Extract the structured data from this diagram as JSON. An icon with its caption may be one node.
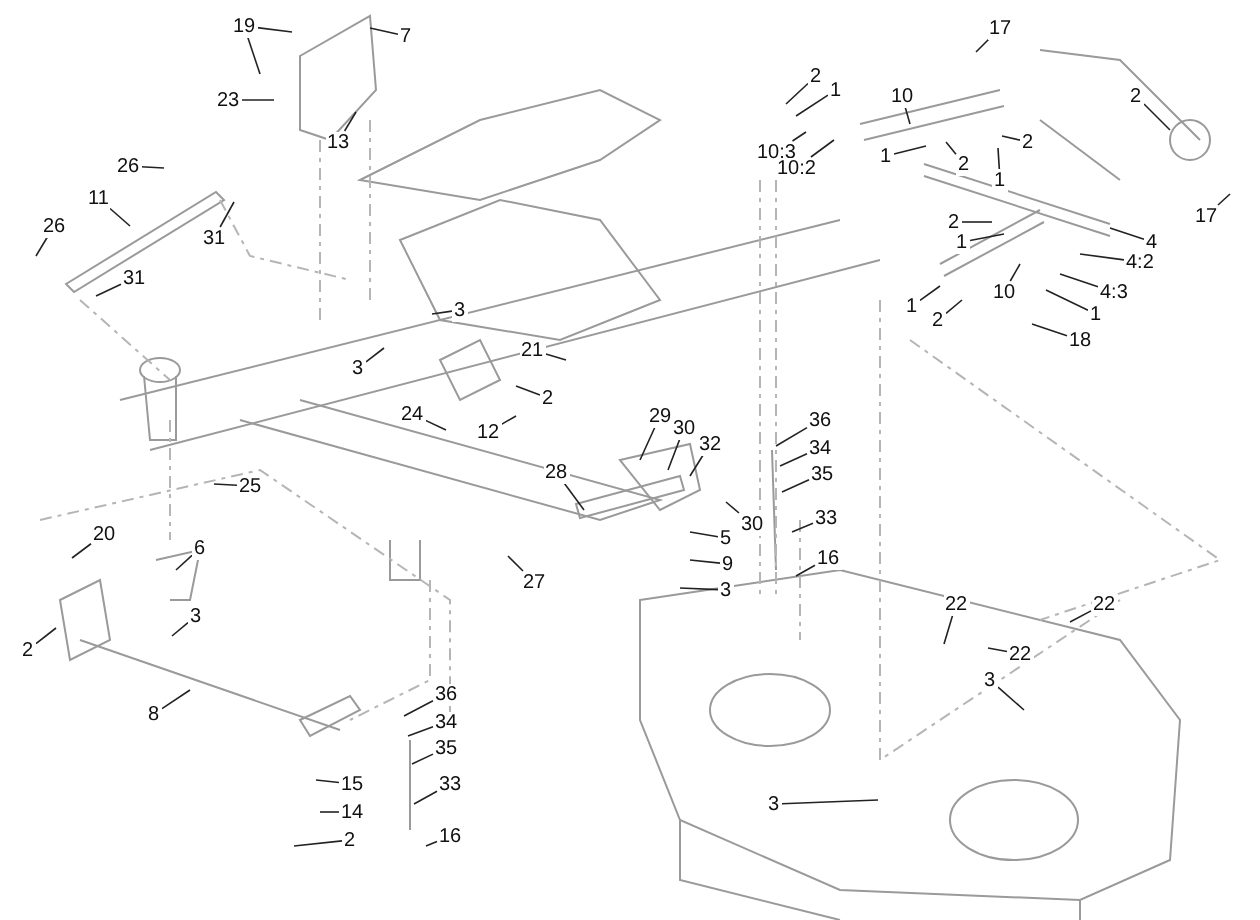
{
  "diagram": {
    "nodes": [
      {
        "text": [
          "19"
        ]
      },
      {
        "text": [
          "7"
        ]
      },
      {
        "text": [
          "23"
        ]
      },
      {
        "text": [
          "13"
        ]
      },
      {
        "text": [
          "26"
        ]
      },
      {
        "text": [
          "11"
        ]
      },
      {
        "text": [
          "26"
        ]
      },
      {
        "text": [
          "31"
        ]
      },
      {
        "text": [
          "31"
        ]
      },
      {
        "text": [
          "3"
        ]
      },
      {
        "text": [
          "3"
        ]
      },
      {
        "text": [
          "21"
        ]
      },
      {
        "text": [
          "2"
        ]
      },
      {
        "text": [
          "24"
        ]
      },
      {
        "text": [
          "12"
        ]
      },
      {
        "text": [
          "25"
        ]
      },
      {
        "text": [
          "28"
        ]
      },
      {
        "text": [
          "27"
        ]
      },
      {
        "text": [
          "20"
        ]
      },
      {
        "text": [
          "6"
        ]
      },
      {
        "text": [
          "3"
        ]
      },
      {
        "text": [
          "2"
        ]
      },
      {
        "text": [
          "8"
        ]
      },
      {
        "text": [
          "36"
        ]
      },
      {
        "text": [
          "34"
        ]
      },
      {
        "text": [
          "35"
        ]
      },
      {
        "text": [
          "15"
        ]
      },
      {
        "text": [
          "33"
        ]
      },
      {
        "text": [
          "14"
        ]
      },
      {
        "text": [
          "2"
        ]
      },
      {
        "text": [
          "16"
        ]
      },
      {
        "text": [
          "2"
        ]
      },
      {
        "text": [
          "1"
        ]
      },
      {
        "text": [
          "10"
        ]
      },
      {
        "text": [
          "10:3"
        ]
      },
      {
        "text": [
          "10:2"
        ]
      },
      {
        "text": [
          "17"
        ]
      },
      {
        "text": [
          "2"
        ]
      },
      {
        "text": [
          "2"
        ]
      },
      {
        "text": [
          "1"
        ]
      },
      {
        "text": [
          "2"
        ]
      },
      {
        "text": [
          "1"
        ]
      },
      {
        "text": [
          "17"
        ]
      },
      {
        "text": [
          "2"
        ]
      },
      {
        "text": [
          "1"
        ]
      },
      {
        "text": [
          "4"
        ]
      },
      {
        "text": [
          "4:2"
        ]
      },
      {
        "text": [
          "10"
        ]
      },
      {
        "text": [
          "4:3"
        ]
      },
      {
        "text": [
          "1"
        ]
      },
      {
        "text": [
          "2"
        ]
      },
      {
        "text": [
          "1"
        ]
      },
      {
        "text": [
          "18"
        ]
      },
      {
        "text": [
          "29"
        ]
      },
      {
        "text": [
          "30"
        ]
      },
      {
        "text": [
          "32"
        ]
      },
      {
        "text": [
          "36"
        ]
      },
      {
        "text": [
          "34"
        ]
      },
      {
        "text": [
          "35"
        ]
      },
      {
        "text": [
          "33"
        ]
      },
      {
        "text": [
          "30"
        ]
      },
      {
        "text": [
          "5"
        ]
      },
      {
        "text": [
          "9"
        ]
      },
      {
        "text": [
          "3"
        ]
      },
      {
        "text": [
          "16"
        ]
      },
      {
        "text": [
          "22"
        ]
      },
      {
        "text": [
          "22"
        ]
      },
      {
        "text": [
          "22"
        ]
      },
      {
        "text": [
          "3"
        ]
      },
      {
        "text": [
          "3"
        ]
      }
    ],
    "edges": [
      {
        "from": 0,
        "to": null,
        "arrow": "none"
      },
      {
        "from": 0,
        "to": null,
        "arrow": "none"
      },
      {
        "from": 1,
        "to": null,
        "arrow": "none"
      },
      {
        "from": 2,
        "to": null,
        "arrow": "none"
      },
      {
        "from": 3,
        "to": null,
        "arrow": "none"
      },
      {
        "from": 4,
        "to": null,
        "arrow": "none"
      },
      {
        "from": 5,
        "to": null,
        "arrow": "none"
      },
      {
        "from": 6,
        "to": null,
        "arrow": "none"
      },
      {
        "from": 7,
        "to": null,
        "arrow": "none"
      },
      {
        "from": 8,
        "to": null,
        "arrow": "none"
      },
      {
        "from": 9,
        "to": null,
        "arrow": "none"
      },
      {
        "from": 10,
        "to": null,
        "arrow": "none"
      },
      {
        "from": 11,
        "to": null,
        "arrow": "none"
      },
      {
        "from": 12,
        "to": null,
        "arrow": "none"
      },
      {
        "from": 13,
        "to": null,
        "arrow": "none"
      },
      {
        "from": 14,
        "to": null,
        "arrow": "none"
      },
      {
        "from": 15,
        "to": null,
        "arrow": "none"
      },
      {
        "from": 16,
        "to": null,
        "arrow": "none"
      },
      {
        "from": 17,
        "to": null,
        "arrow": "none"
      },
      {
        "from": 18,
        "to": null,
        "arrow": "none"
      },
      {
        "from": 19,
        "to": null,
        "arrow": "none"
      },
      {
        "from": 20,
        "to": null,
        "arrow": "none"
      },
      {
        "from": 21,
        "to": null,
        "arrow": "none"
      },
      {
        "from": 22,
        "to": null,
        "arrow": "none"
      },
      {
        "from": 23,
        "to": null,
        "arrow": "none"
      },
      {
        "from": 24,
        "to": null,
        "arrow": "none"
      },
      {
        "from": 25,
        "to": null,
        "arrow": "none"
      },
      {
        "from": 26,
        "to": null,
        "arrow": "none"
      },
      {
        "from": 27,
        "to": null,
        "arrow": "none"
      },
      {
        "from": 28,
        "to": null,
        "arrow": "none"
      },
      {
        "from": 29,
        "to": null,
        "arrow": "none"
      },
      {
        "from": 30,
        "to": null,
        "arrow": "none"
      },
      {
        "from": 31,
        "to": null,
        "arrow": "none"
      },
      {
        "from": 32,
        "to": null,
        "arrow": "none"
      },
      {
        "from": 33,
        "to": null,
        "arrow": "none"
      },
      {
        "from": 34,
        "to": null,
        "arrow": "none"
      },
      {
        "from": 35,
        "to": null,
        "arrow": "none"
      },
      {
        "from": 36,
        "to": null,
        "arrow": "none"
      },
      {
        "from": 37,
        "to": null,
        "arrow": "none"
      },
      {
        "from": 38,
        "to": null,
        "arrow": "none"
      },
      {
        "from": 39,
        "to": null,
        "arrow": "none"
      },
      {
        "from": 40,
        "to": null,
        "arrow": "none"
      },
      {
        "from": 41,
        "to": null,
        "arrow": "none"
      },
      {
        "from": 42,
        "to": null,
        "arrow": "none"
      },
      {
        "from": 43,
        "to": null,
        "arrow": "none"
      },
      {
        "from": 44,
        "to": null,
        "arrow": "none"
      },
      {
        "from": 45,
        "to": null,
        "arrow": "none"
      },
      {
        "from": 46,
        "to": null,
        "arrow": "none"
      },
      {
        "from": 47,
        "to": null,
        "arrow": "none"
      },
      {
        "from": 48,
        "to": null,
        "arrow": "none"
      },
      {
        "from": 49,
        "to": null,
        "arrow": "none"
      },
      {
        "from": 50,
        "to": null,
        "arrow": "none"
      },
      {
        "from": 51,
        "to": null,
        "arrow": "none"
      },
      {
        "from": 52,
        "to": null,
        "arrow": "none"
      },
      {
        "from": 53,
        "to": null,
        "arrow": "none"
      },
      {
        "from": 54,
        "to": null,
        "arrow": "none"
      },
      {
        "from": 55,
        "to": null,
        "arrow": "none"
      },
      {
        "from": 56,
        "to": null,
        "arrow": "none"
      },
      {
        "from": 57,
        "to": null,
        "arrow": "none"
      },
      {
        "from": 58,
        "to": null,
        "arrow": "none"
      },
      {
        "from": 59,
        "to": null,
        "arrow": "none"
      },
      {
        "from": 60,
        "to": null,
        "arrow": "none"
      },
      {
        "from": 61,
        "to": null,
        "arrow": "none"
      },
      {
        "from": 62,
        "to": null,
        "arrow": "none"
      },
      {
        "from": 63,
        "to": null,
        "arrow": "none"
      },
      {
        "from": 64,
        "to": null,
        "arrow": "none"
      },
      {
        "from": 65,
        "to": null,
        "arrow": "none"
      },
      {
        "from": 66,
        "to": null,
        "arrow": "none"
      },
      {
        "from": 67,
        "to": null,
        "arrow": "none"
      },
      {
        "from": 68,
        "to": null,
        "arrow": "none"
      },
      {
        "from": 69,
        "to": null,
        "arrow": "none"
      }
    ]
  }
}
